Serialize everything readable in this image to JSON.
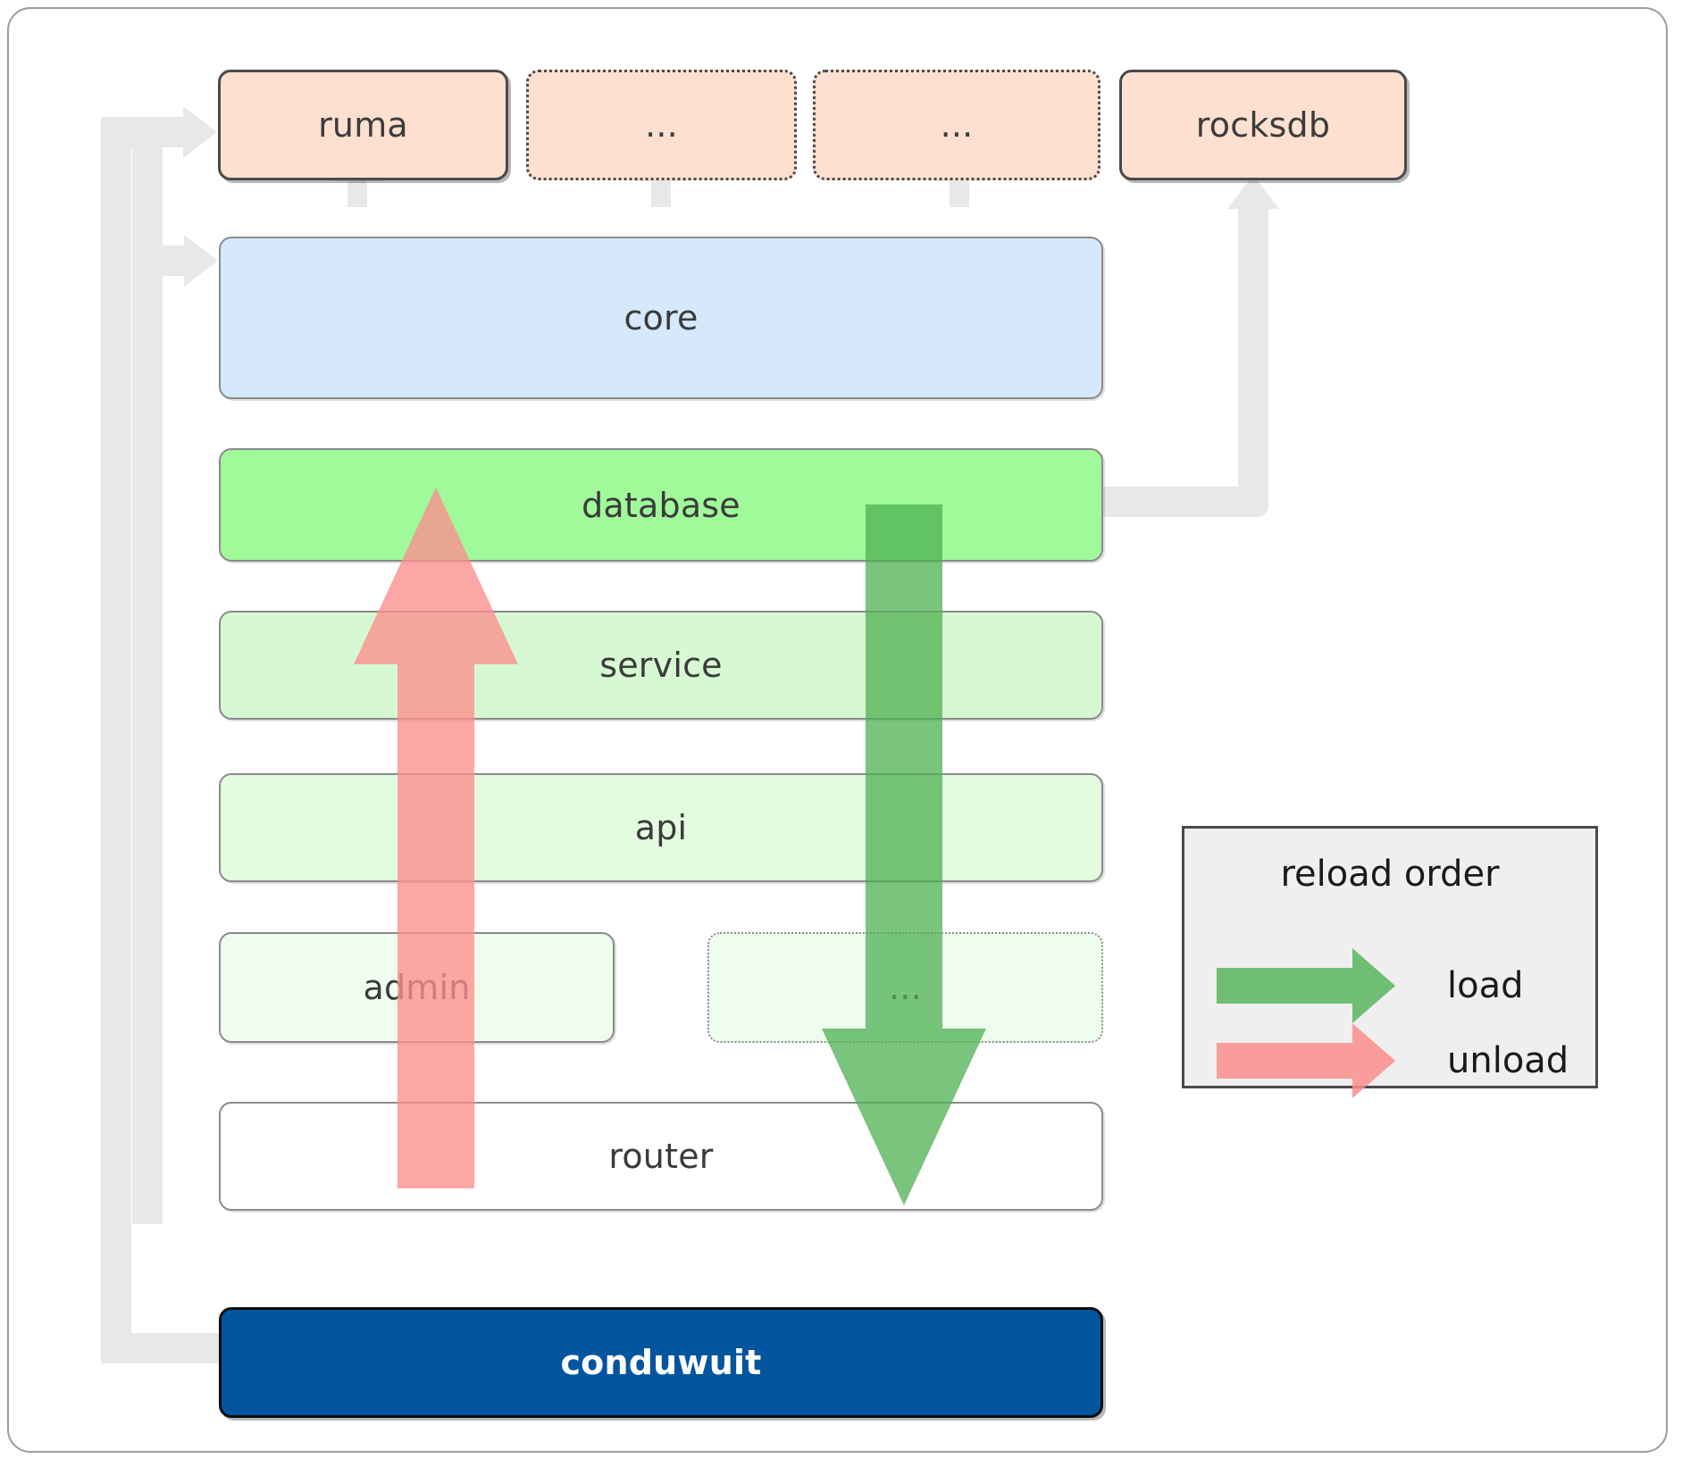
{
  "diagram": {
    "title": "conduwuit crate dependency / reload order diagram",
    "top_row": [
      {
        "label": "ruma",
        "style": "solid"
      },
      {
        "label": "...",
        "style": "dotted"
      },
      {
        "label": "...",
        "style": "dotted"
      },
      {
        "label": "rocksdb",
        "style": "solid"
      }
    ],
    "core": {
      "label": "core"
    },
    "stack": [
      {
        "label": "database"
      },
      {
        "label": "service"
      },
      {
        "label": "api"
      }
    ],
    "split_row": [
      {
        "label": "admin",
        "style": "solid"
      },
      {
        "label": "...",
        "style": "dotted"
      }
    ],
    "router": {
      "label": "router"
    },
    "binary": {
      "label": "conduwuit"
    }
  },
  "legend": {
    "title": "reload order",
    "items": [
      {
        "label": "load",
        "color": "#5cb85c"
      },
      {
        "label": "unload",
        "color": "#fc8d8d"
      }
    ]
  },
  "colors": {
    "peach": "#fde0d0",
    "blue": "#d6e8fb",
    "green_strong": "#a0fa9a",
    "green_mid": "#d6f8d2",
    "green_light": "#e3fbdf",
    "green_lighter": "#effdee",
    "white": "#ffffff",
    "navy": "#02559e",
    "connector_gray": "#e8e8e8",
    "load_green": "#4caf50",
    "unload_red": "#fc8d8d",
    "frame_border": "#9c9c9c",
    "node_border_dark": "#4a4a4a",
    "node_border_gray": "#8b8b8b",
    "legend_bg": "#efefef"
  }
}
